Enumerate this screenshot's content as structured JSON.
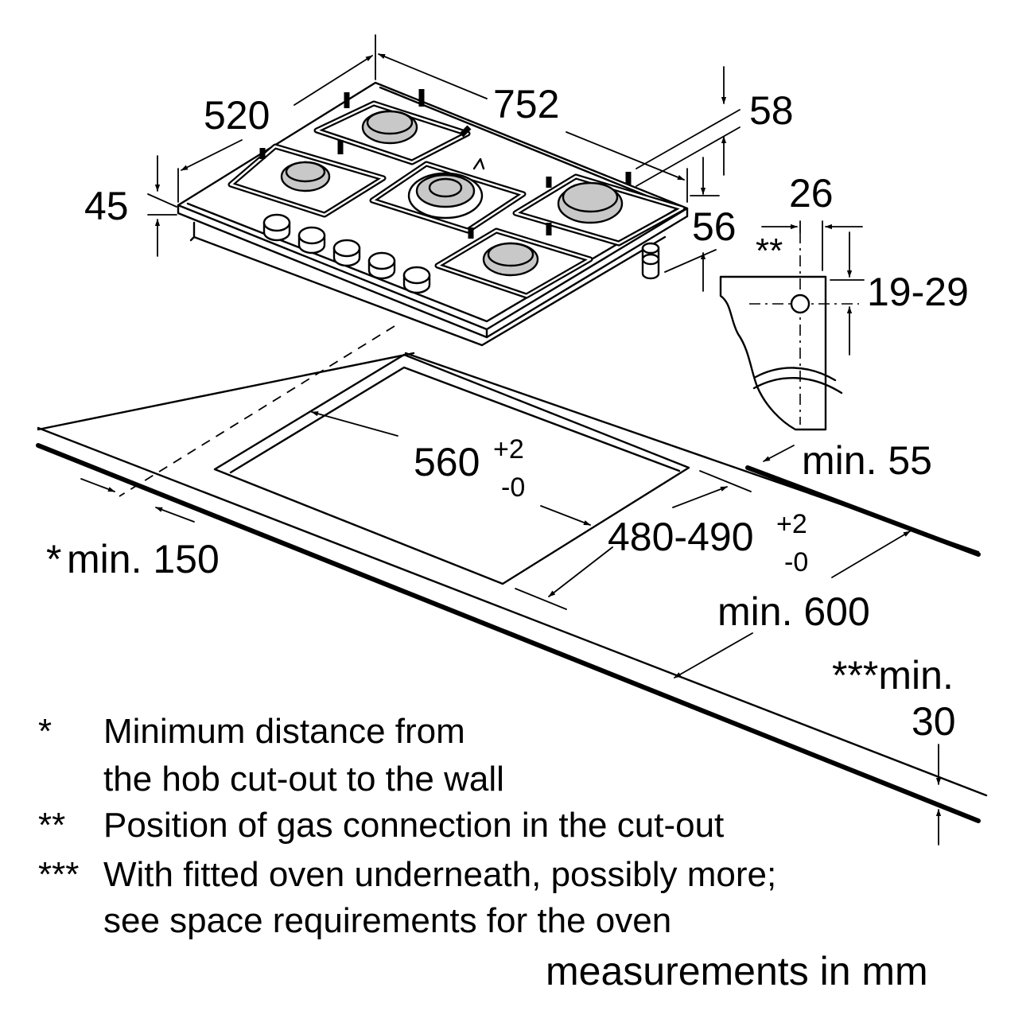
{
  "dimensions": {
    "hob_depth": "520",
    "hob_width": "752",
    "depth_58": "58",
    "height_45": "45",
    "height_56": "56",
    "conn_offset": "26",
    "conn_marker": "**",
    "conn_height": "19-29",
    "min_55": "min. 55",
    "cutout_width_base": "560",
    "cutout_width_plus": "+2",
    "cutout_width_minus": "-0",
    "cutout_depth_base": "480-490",
    "cutout_depth_plus": "+2",
    "cutout_depth_minus": "-0",
    "min_150_star": "*",
    "min_150": "min. 150",
    "min_600": "min. 600",
    "min_30_line1": "***min.",
    "min_30_line2": "30"
  },
  "notes": [
    {
      "marker": "*",
      "lines": [
        "Minimum distance from",
        "the hob cut-out to the wall"
      ]
    },
    {
      "marker": "**",
      "lines": [
        "Position of gas connection in the cut-out"
      ]
    },
    {
      "marker": "***",
      "lines": [
        "With fitted oven underneath, possibly more;",
        "see space requirements for the oven"
      ]
    }
  ],
  "units_note": "measurements in mm"
}
